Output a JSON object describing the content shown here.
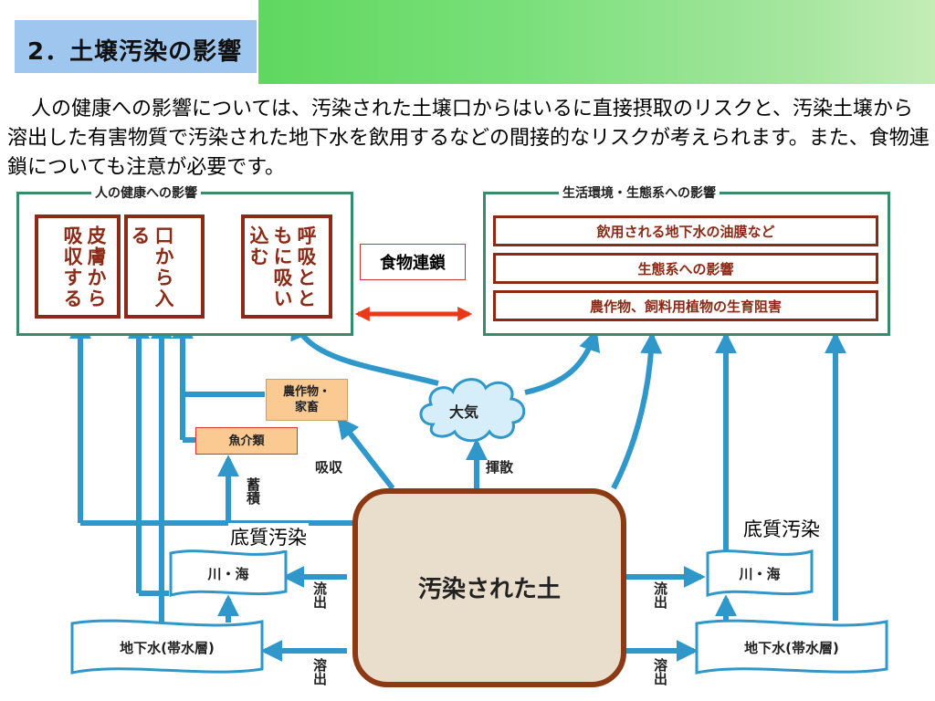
{
  "header": {
    "title": "2．土壌汚染の影響"
  },
  "intro": "人の健康への影響については、汚染された土壌口からはいるに直接摂取のリスクと、汚染土壌から溶出した有害物質で汚染された地下水を飲用するなどの間接的なリスクが考えられます。また、食物連鎖についても注意が必要です。",
  "diagram": {
    "health_panel": {
      "title": "人の健康への影響",
      "routes": [
        "皮膚から吸収する",
        "口から入る",
        "呼吸とともに吸い込む"
      ]
    },
    "env_panel": {
      "title": "生活環境・生態系への影響",
      "items": [
        "飲用される地下水の油膜など",
        "生態系への影響",
        "農作物、飼料用植物の生育阻害"
      ]
    },
    "food_chain": "食物連鎖",
    "crops": "農作物・家畜",
    "fish": "魚介類",
    "air": "大気",
    "absorb": "吸収",
    "disperse": "揮散",
    "accumulate": "蓄積",
    "soil": "汚染された土",
    "river_left": "川・海",
    "river_right": "川・海",
    "groundwater_left": "地下水(帯水層)",
    "groundwater_right": "地下水(帯水層)",
    "outflow_left": "流出",
    "outflow_right": "流出",
    "leach_left": "溶出",
    "leach_right": "溶出",
    "sediment_left": "底質汚染",
    "sediment_right": "底質汚染"
  },
  "colors": {
    "title_bg": "#9ec6ee",
    "panel_border": "#3a8a6e",
    "box_border": "#8b2a16",
    "arrow": "#2f97c9",
    "food_chain_arrow": "#e8391b",
    "soil_fill": "#e9ddcc",
    "soil_border": "#8b3a14",
    "orange_box": "#fbc992"
  }
}
